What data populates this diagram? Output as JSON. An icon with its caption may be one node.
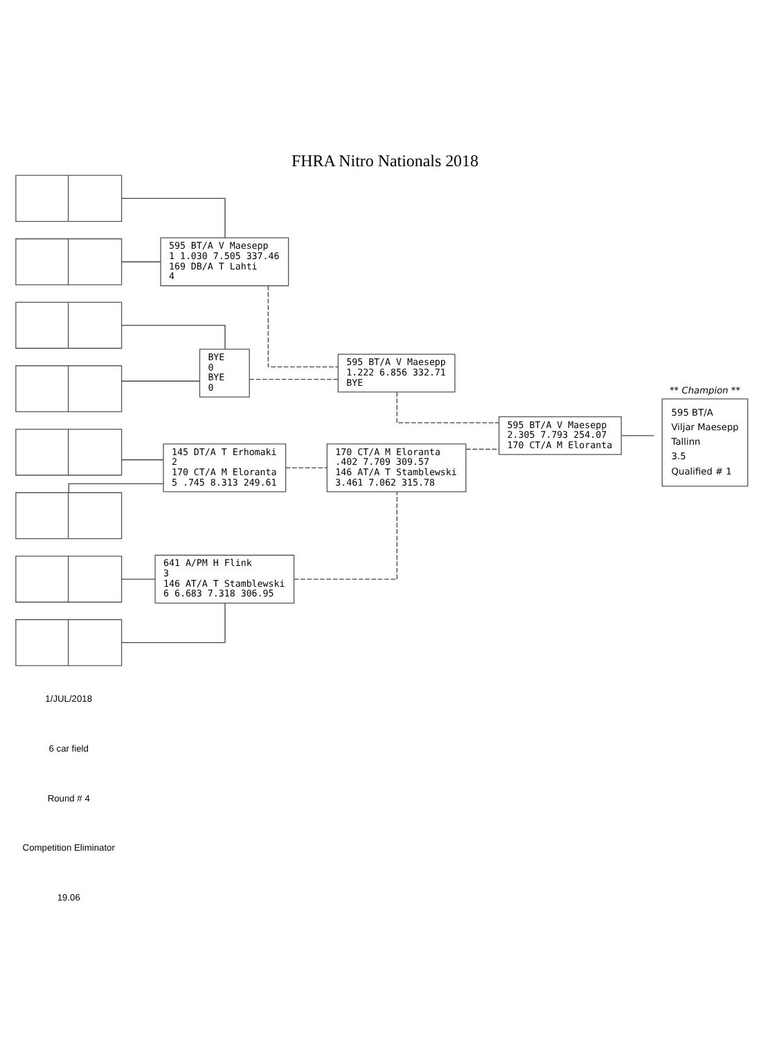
{
  "diagram": {
    "title": "FHRA Nitro Nationals 2018",
    "nodes": [
      {
        "text": [],
        "shape": "box"
      },
      {
        "text": [],
        "shape": "box"
      },
      {
        "text": [],
        "shape": "box"
      },
      {
        "text": [],
        "shape": "box"
      },
      {
        "text": [],
        "shape": "box"
      },
      {
        "text": [],
        "shape": "box"
      },
      {
        "text": [],
        "shape": "box"
      },
      {
        "text": [],
        "shape": "box"
      },
      {
        "text": [
          "595 BT/A V Maesepp",
          "1 1.030 7.505 337.46",
          "169 DB/A T Lahti",
          "4"
        ]
      },
      {
        "text": [
          "BYE",
          "0",
          "BYE",
          "0"
        ]
      },
      {
        "text": [
          "145 DT/A T Erhomaki",
          "2",
          "170 CT/A M Eloranta",
          "5 .745 8.313 249.61"
        ]
      },
      {
        "text": [
          "641 A/PM H Flink",
          "3",
          "146 AT/A T Stamblewski",
          "6 6.683 7.318 306.95"
        ]
      },
      {
        "text": [
          "595 BT/A V Maesepp",
          "1.222 6.856 332.71",
          "BYE"
        ]
      },
      {
        "text": [
          "170 CT/A M Eloranta",
          ".402 7.709 309.57",
          "146 AT/A T Stamblewski",
          "3.461 7.062 315.78"
        ]
      },
      {
        "text": [
          "595 BT/A V Maesepp",
          "2.305 7.793 254.07",
          "170 CT/A M Eloranta"
        ]
      },
      {
        "text": [
          "** Champion **",
          "595 BT/A",
          "Viljar Maesepp",
          "Tallinn",
          "3.5",
          "Qualified # 1"
        ]
      }
    ],
    "edges": [
      {
        "from": 0,
        "to": 8,
        "arrow": "none"
      },
      {
        "from": 1,
        "to": 8,
        "arrow": "none"
      },
      {
        "from": 2,
        "to": 9,
        "arrow": "none"
      },
      {
        "from": 3,
        "to": 9,
        "arrow": "none"
      },
      {
        "from": 4,
        "to": 10,
        "arrow": "none"
      },
      {
        "from": 5,
        "to": 10,
        "arrow": "none"
      },
      {
        "from": 6,
        "to": 11,
        "arrow": "none"
      },
      {
        "from": 7,
        "to": 11,
        "arrow": "none"
      },
      {
        "from": 8,
        "to": 12,
        "arrow": "none",
        "style": "dashed"
      },
      {
        "from": 9,
        "to": 12,
        "arrow": "none",
        "style": "dashed"
      },
      {
        "from": 10,
        "to": 13,
        "arrow": "none",
        "style": "dashed"
      },
      {
        "from": 11,
        "to": 13,
        "arrow": "none",
        "style": "dashed"
      },
      {
        "from": 12,
        "to": 14,
        "arrow": "none",
        "style": "dashed"
      },
      {
        "from": 13,
        "to": 14,
        "arrow": "none",
        "style": "dashed"
      },
      {
        "from": 14,
        "to": 15,
        "arrow": "none"
      }
    ],
    "labels": [
      "1/JUL/2018",
      "6 car field",
      "Round # 4",
      "Competition Eliminator",
      "19.06"
    ]
  }
}
